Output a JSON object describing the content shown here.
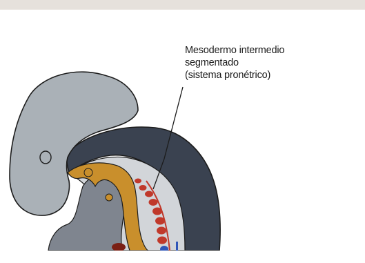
{
  "label": {
    "line1": "Mesodermo intermedio",
    "line2": "segmentado",
    "line3": "(sistema pronétrico)"
  },
  "colors": {
    "top_band": "#e6e1dc",
    "outline": "#1c1c1c",
    "head_fill": "#aab1b7",
    "outer_band": "#3a4250",
    "inner_band": "#d2d5d9",
    "cavity_fill": "#7f858f",
    "gut_fill": "#c98f2c",
    "red_segment": "#c0392b",
    "blue_segment": "#2f55b8",
    "dark_red": "#7a1f14"
  }
}
